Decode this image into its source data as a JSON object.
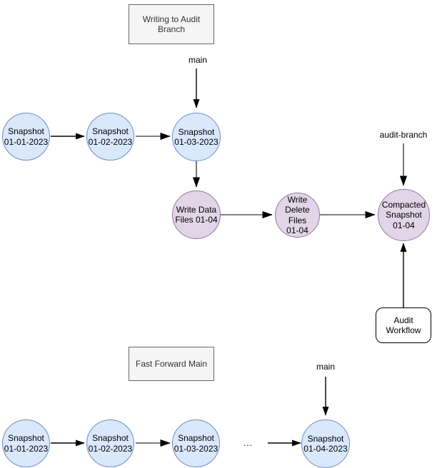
{
  "diagram": {
    "title_top": "Writing to Audit Branch",
    "title_bottom": "Fast Forward Main",
    "colors": {
      "snapshot_fill": "#dae8fc",
      "snapshot_stroke": "#6c8ebf",
      "audit_fill": "#e1d5e7",
      "audit_stroke": "#9673a6",
      "label_box_fill": "#f5f5f5",
      "label_box_stroke": "#666666",
      "edge_stroke": "#000000",
      "branch_edge_stroke": "#666666"
    }
  },
  "top_section": {
    "panel_label": "Writing to Audit Branch",
    "branch_main": "main",
    "branch_audit": "audit-branch",
    "snapshots": [
      {
        "line1": "Snapshot",
        "line2": "01-01-2023"
      },
      {
        "line1": "Snapshot",
        "line2": "01-02-2023"
      },
      {
        "line1": "Snapshot",
        "line2": "01-03-2023"
      }
    ],
    "audit_nodes": [
      {
        "line1": "Write Data",
        "line2": "Files 01-04"
      },
      {
        "line1": "Write",
        "line2": "Delete Files",
        "line3": "01-04"
      },
      {
        "line1": "Compacted",
        "line2": "Snapshot",
        "line3": "01-04"
      }
    ],
    "workflow_box": {
      "line1": "Audit",
      "line2": "Workflow"
    }
  },
  "bottom_section": {
    "panel_label": "Fast Forward Main",
    "branch_main": "main",
    "ellipsis": "...",
    "snapshots": [
      {
        "line1": "Snapshot",
        "line2": "01-01-2023"
      },
      {
        "line1": "Snapshot",
        "line2": "01-02-2023"
      },
      {
        "line1": "Snapshot",
        "line2": "01-03-2023"
      },
      {
        "line1": "Snapshot",
        "line2": "01-04-2023"
      }
    ]
  }
}
